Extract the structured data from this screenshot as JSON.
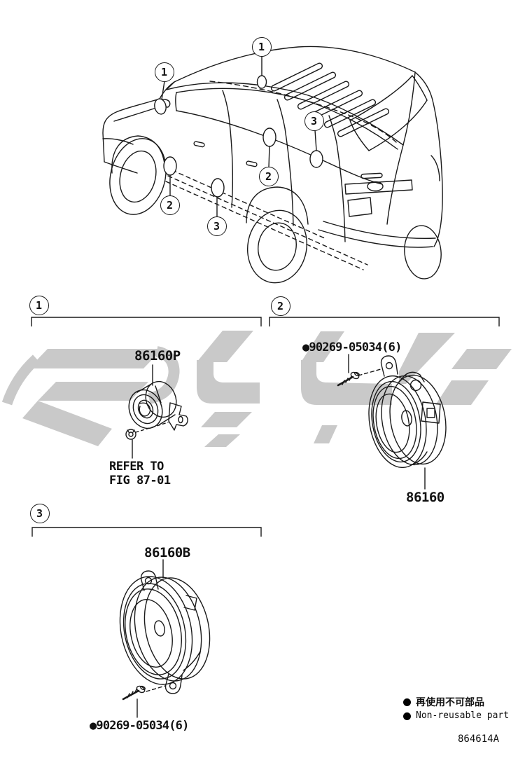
{
  "car_callouts": [
    "1",
    "1",
    "2",
    "3",
    "2",
    "3"
  ],
  "sections": {
    "s1": {
      "label": "1",
      "part_number": "86160P",
      "note_line1": "REFER TO",
      "note_line2": "FIG 87-01"
    },
    "s2": {
      "label": "2",
      "fastener_number": "●90269-05034(6)",
      "part_number": "86160"
    },
    "s3": {
      "label": "3",
      "part_number": "86160B",
      "fastener_number": "●90269-05034(6)"
    }
  },
  "legend": {
    "line1_ja": "再使用不可部品",
    "line2_en": "Non-reusable part"
  },
  "figure_code": "864614A",
  "colors": {
    "line": "#1a1a1a",
    "watermark": "#c9c9c9"
  }
}
